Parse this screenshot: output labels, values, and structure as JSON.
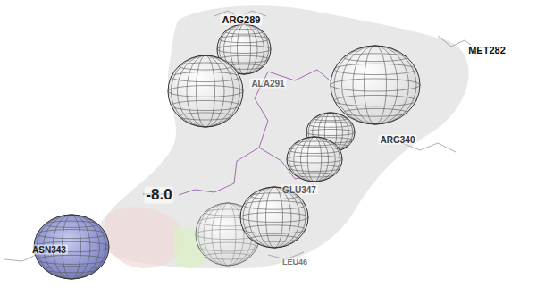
{
  "diagram": {
    "labels": [
      "ARG289",
      "ALA291",
      "MET282",
      "ARG340",
      "GLU347",
      "-8.0",
      "ASN343",
      "LEU46"
    ]
  }
}
